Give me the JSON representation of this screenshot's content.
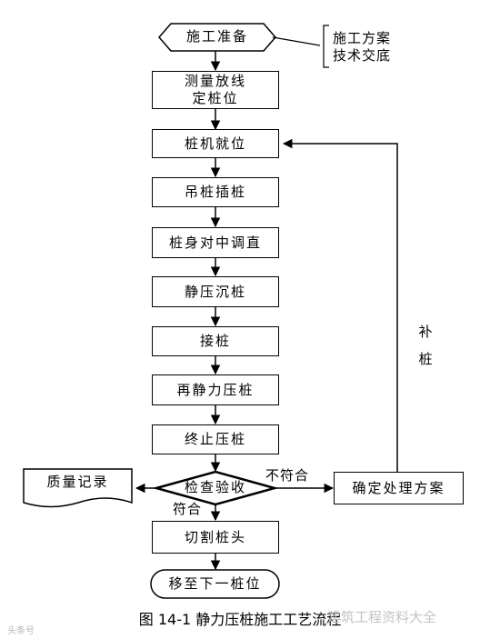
{
  "flowchart": {
    "start": "施工准备",
    "note": "施工方案\n技术交底",
    "steps": [
      "测量放线\n定桩位",
      "桩机就位",
      "吊桩插桩",
      "桩身对中调直",
      "静压沉桩",
      "接桩",
      "再静力压桩",
      "终止压桩"
    ],
    "decision": "检查验收",
    "record": "质量记录",
    "reject_label": "不符合",
    "accept_label": "符合",
    "remedy": "确定处理方案",
    "loop_label": "补\n桩",
    "after_accept": "切割桩头",
    "end": "移至下一桩位"
  },
  "caption": "图 14-1   静力压桩施工工艺流程",
  "watermark": {
    "bottom_right": "建筑工程资料大全",
    "bottom_left": "头条号"
  }
}
